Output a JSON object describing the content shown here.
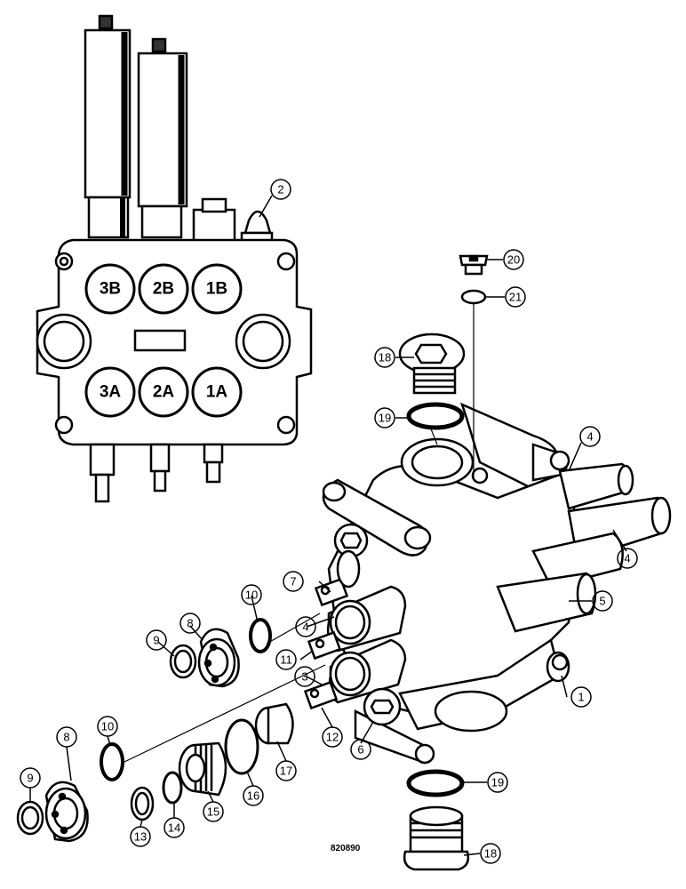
{
  "ports": [
    "3B",
    "2B",
    "1B",
    "3A",
    "2A",
    "1A"
  ],
  "callouts": [
    "1",
    "2",
    "3",
    "4",
    "4",
    "4",
    "5",
    "6",
    "7",
    "8",
    "8",
    "9",
    "9",
    "10",
    "10",
    "11",
    "12",
    "13",
    "14",
    "15",
    "16",
    "17",
    "18",
    "18",
    "19",
    "19",
    "20",
    "21"
  ],
  "figure_id": "820890",
  "colors": {
    "ink": "#000000",
    "paper": "#ffffff"
  }
}
